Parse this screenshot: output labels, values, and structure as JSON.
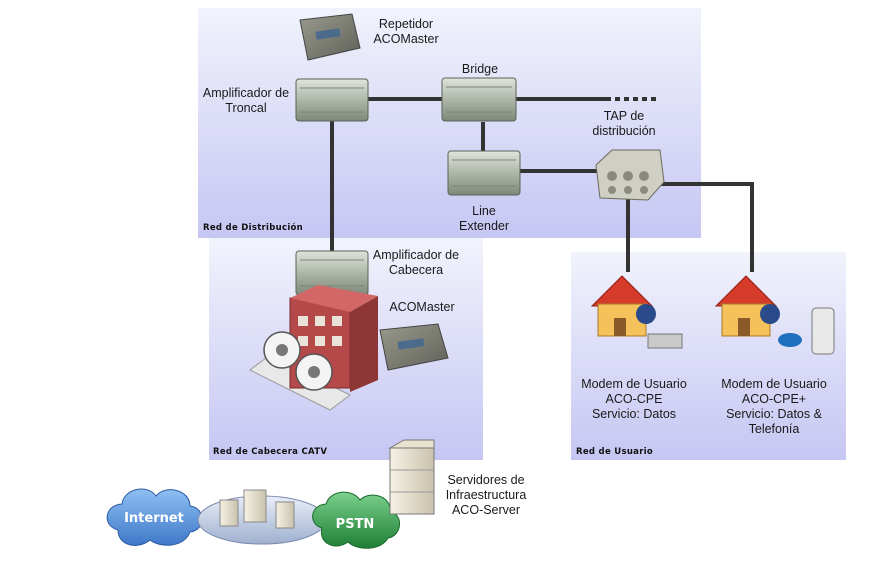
{
  "zones": {
    "distribution": "Red de Distribución",
    "headend": "Red de Cabecera CATV",
    "user": "Red de Usuario"
  },
  "devices": {
    "repeater": [
      "Repetidor",
      "ACOMaster"
    ],
    "trunk_amp": [
      "Amplificador de",
      "Troncal"
    ],
    "bridge": "Bridge",
    "tap": [
      "TAP de",
      "distribución"
    ],
    "line_extender": [
      "Line",
      "Extender"
    ],
    "headend_amp": [
      "Amplificador de",
      "Cabecera"
    ],
    "acomaster": "ACOMaster"
  },
  "modems": {
    "cpe": [
      "Modem de Usuario",
      "ACO-CPE",
      "Servicio: Datos"
    ],
    "cpe_plus": [
      "Modem de Usuario",
      "ACO-CPE+",
      "Servicio: Datos &",
      "Telefonía"
    ]
  },
  "servers": [
    "Servidores de",
    "Infraestructura",
    "ACO-Server"
  ],
  "clouds": {
    "internet": "Internet",
    "pstn": "PSTN"
  },
  "colors": {
    "panel_top": "#eef0fb",
    "panel_bottom": "#c9c9f4",
    "cable": "#333333",
    "device": "#b9c0b4",
    "cloud": "#5c8fd6",
    "pstn_cloud": "#2f9e4a",
    "house_roof": "#d63a2a",
    "building": "#b84a4a"
  }
}
